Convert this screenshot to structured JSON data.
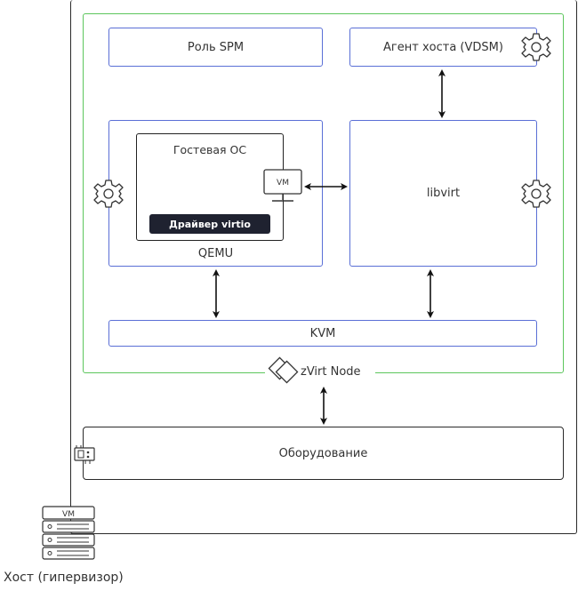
{
  "diagram": {
    "spm_role": "Роль SPM",
    "host_agent": "Агент хоста (VDSM)",
    "guest_os": "Гостевая ОС",
    "vm_badge": "VM",
    "virtio_driver": "Драйвер virtio",
    "qemu": "QEMU",
    "libvirt": "libvirt",
    "kvm": "KVM",
    "node_name": "zVirt Node",
    "hardware": "Оборудование",
    "host_vm_badge": "VM",
    "host_caption": "Хост (гипервизор)"
  },
  "colors": {
    "node_border": "#5cc65c",
    "component_border": "#5a6fd6",
    "host_border": "#2a2a2a",
    "driver_fill": "#1f2230"
  },
  "icons": [
    "gear-icon",
    "monitor-icon",
    "zvirt-logo-icon",
    "hardware-board-icon",
    "server-rack-icon",
    "double-arrow-icon"
  ]
}
